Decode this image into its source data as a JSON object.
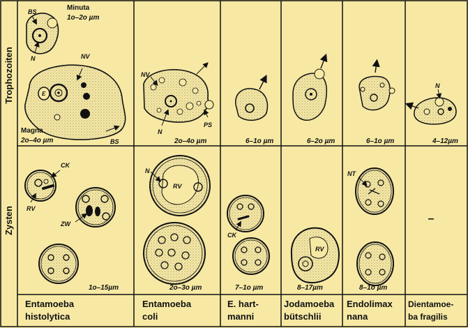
{
  "rows": [
    "Trophozoiten",
    "Zysten"
  ],
  "species": [
    {
      "line1": "Entamoeba",
      "line2": "histolytica"
    },
    {
      "line1": "Entamoeba",
      "line2": "coli"
    },
    {
      "line1": "E. hart-",
      "line2": "manni"
    },
    {
      "line1": "Jodamoeba",
      "line2": "bütschlii"
    },
    {
      "line1": "Endolimax",
      "line2": "nana"
    },
    {
      "line1": "Dientamoe-",
      "line2": "ba fragilis"
    }
  ],
  "troph_sizes": {
    "minuta": "1o–2o µm",
    "magna": "2o–4o µm",
    "coli": "2o–4o µm",
    "hartmanni": "6–1o µm",
    "butschlii": "6–2o µm",
    "nana": "6–1o µm",
    "fragilis": "4–12µm"
  },
  "cyst_sizes": {
    "histolytica": "1o–15µm",
    "coli": "2o–3o µm",
    "hartmanni": "7–1o µm",
    "butschlii": "8–17µm",
    "nana": "8–1o µm",
    "fragilis": "–"
  },
  "forms": {
    "minuta": "Minuta",
    "magna": "Magna"
  },
  "labels": {
    "BS": "BS",
    "N": "N",
    "NV": "NV",
    "E": "E",
    "PS": "PS",
    "CK": "CK",
    "RV": "RV",
    "ZW": "ZW",
    "NT": "NT"
  }
}
